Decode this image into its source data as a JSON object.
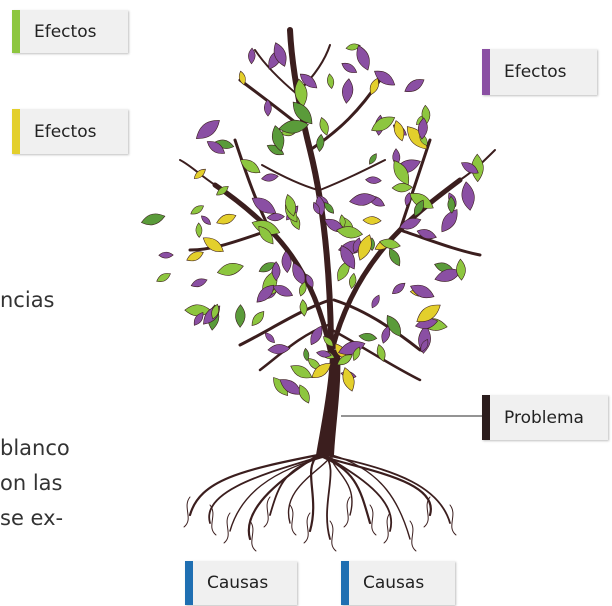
{
  "labels": {
    "efectos_green": "Efectos",
    "efectos_yellow": "Efectos",
    "efectos_purple": "Efectos",
    "problema": "Problema",
    "causas_left": "Causas",
    "causas_right": "Causas"
  },
  "body_lines": [
    "ncias",
    "blanco",
    "on  las",
    "se ex-"
  ],
  "colors": {
    "green": "#8dc63f",
    "yellow": "#e3cf2c",
    "purple": "#8a4fa3",
    "dark": "#2b1d1d",
    "blue": "#1f6fb2",
    "trunk": "#3b1e1e"
  }
}
